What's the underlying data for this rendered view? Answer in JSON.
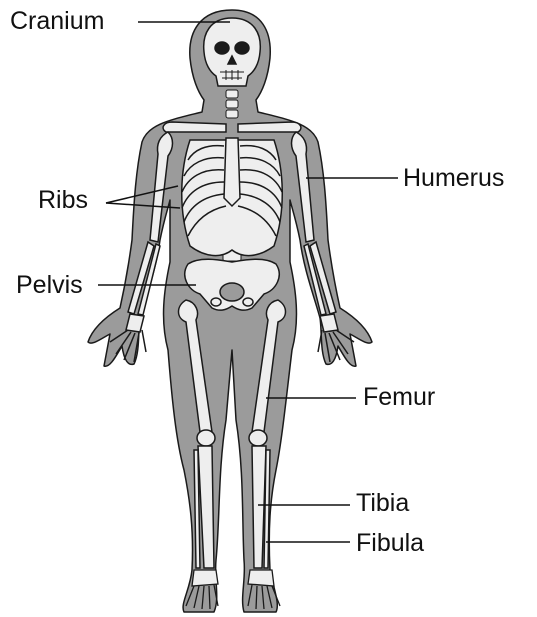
{
  "labels": {
    "cranium": "Cranium",
    "ribs": "Ribs",
    "pelvis": "Pelvis",
    "humerus": "Humerus",
    "femur": "Femur",
    "tibia": "Tibia",
    "fibula": "Fibula"
  },
  "colors": {
    "body_fill": "#9b9b9b",
    "bone_fill": "#eeeeee",
    "outline": "#1a1a1a",
    "background": "#ffffff"
  }
}
